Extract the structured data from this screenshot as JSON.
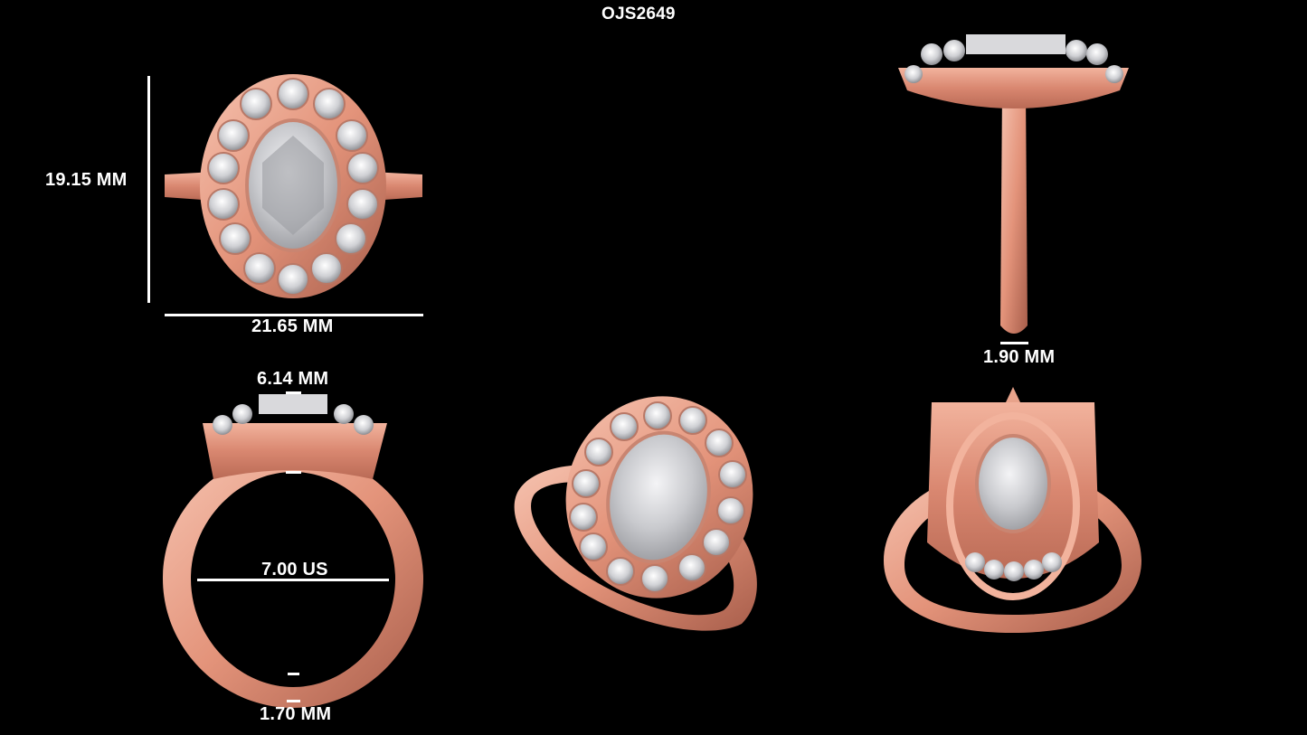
{
  "product_code": "OJS2649",
  "dimensions": {
    "height": "19.15 MM",
    "width": "21.65 MM",
    "shank_top": "1.90 MM",
    "setting_depth": "6.14 MM",
    "ring_size": "7.00 US",
    "shank_base": "1.70 MM"
  },
  "colors": {
    "background": "#000000",
    "metal": "#e3937a",
    "metal_light": "#f6c3b0",
    "metal_dark": "#a85e4b",
    "stone": "#d9d9dc",
    "stone_dark": "#8e8f94",
    "label": "#ffffff"
  },
  "views": [
    "top-view",
    "side-view",
    "front-view",
    "perspective-view",
    "underside-view"
  ]
}
